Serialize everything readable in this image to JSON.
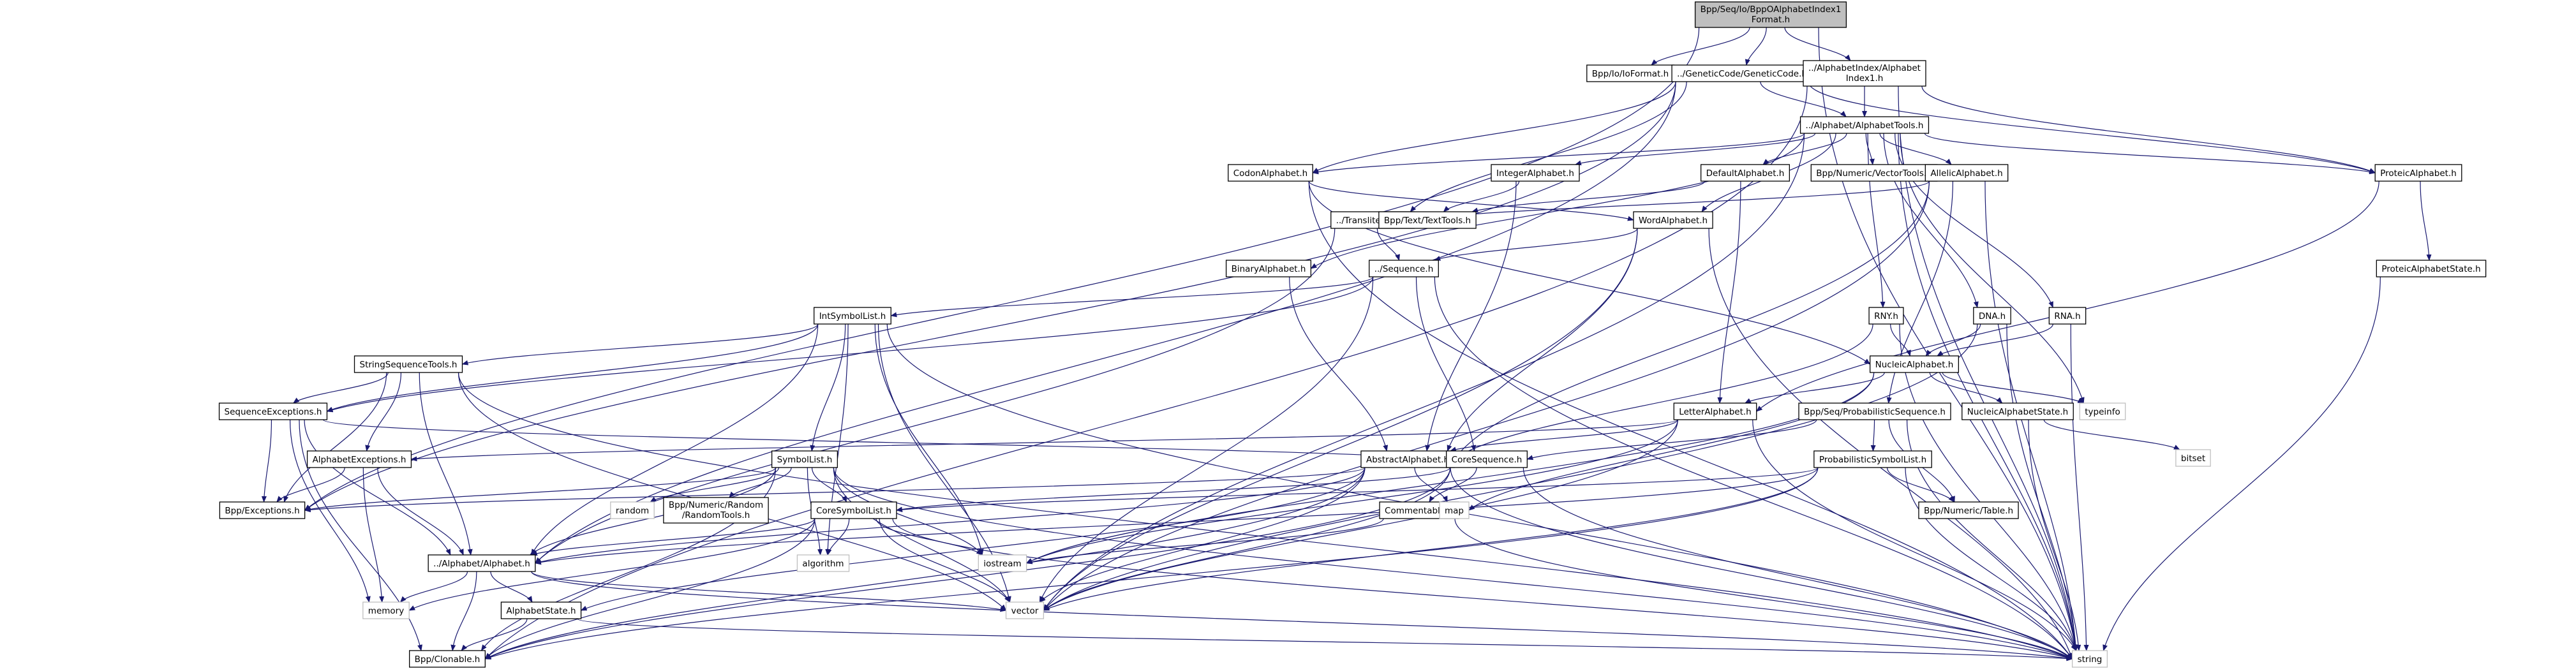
{
  "diagram": {
    "type": "include-dependency-graph",
    "colors": {
      "edge": "#191970",
      "root_fill": "#bfbfbf",
      "node_border": "#000000",
      "system_border": "#bfbfbf"
    },
    "nodes": [
      {
        "id": "root",
        "label": "Bpp/Seq/Io/BppOAlphabetIndex1\nFormat.h",
        "kind": "root"
      },
      {
        "id": "ioformat",
        "label": "Bpp/Io/IoFormat.h",
        "kind": "file"
      },
      {
        "id": "geneticcode",
        "label": "../GeneticCode/GeneticCode.h",
        "kind": "file"
      },
      {
        "id": "alphabetindex1",
        "label": "../AlphabetIndex/Alphabet\nIndex1.h",
        "kind": "file"
      },
      {
        "id": "alphabettools",
        "label": "../Alphabet/AlphabetTools.h",
        "kind": "file"
      },
      {
        "id": "codonalphabet",
        "label": "CodonAlphabet.h",
        "kind": "file"
      },
      {
        "id": "integeralphabet",
        "label": "IntegerAlphabet.h",
        "kind": "file"
      },
      {
        "id": "defaultalphabet",
        "label": "DefaultAlphabet.h",
        "kind": "file"
      },
      {
        "id": "vectortools",
        "label": "Bpp/Numeric/VectorTools.h",
        "kind": "file"
      },
      {
        "id": "allelicalphabet",
        "label": "AllelicAlphabet.h",
        "kind": "file"
      },
      {
        "id": "proteicalphabet",
        "label": "ProteicAlphabet.h",
        "kind": "file"
      },
      {
        "id": "transliterator",
        "label": "../Transliterator.h",
        "kind": "file"
      },
      {
        "id": "texttools",
        "label": "Bpp/Text/TextTools.h",
        "kind": "file"
      },
      {
        "id": "wordalphabet",
        "label": "WordAlphabet.h",
        "kind": "file"
      },
      {
        "id": "binaryalphabet",
        "label": "BinaryAlphabet.h",
        "kind": "file"
      },
      {
        "id": "sequence",
        "label": "../Sequence.h",
        "kind": "file"
      },
      {
        "id": "proteicalphabetstate",
        "label": "ProteicAlphabetState.h",
        "kind": "file"
      },
      {
        "id": "intsymbollist",
        "label": "IntSymbolList.h",
        "kind": "file"
      },
      {
        "id": "rny",
        "label": "RNY.h",
        "kind": "file"
      },
      {
        "id": "dna",
        "label": "DNA.h",
        "kind": "file"
      },
      {
        "id": "rna",
        "label": "RNA.h",
        "kind": "file"
      },
      {
        "id": "stringsequencetools",
        "label": "StringSequenceTools.h",
        "kind": "file"
      },
      {
        "id": "nucleicalphabet",
        "label": "NucleicAlphabet.h",
        "kind": "file"
      },
      {
        "id": "sequenceexceptions",
        "label": "SequenceExceptions.h",
        "kind": "file"
      },
      {
        "id": "letteralphabet",
        "label": "LetterAlphabet.h",
        "kind": "file"
      },
      {
        "id": "probabilisticsequence",
        "label": "Bpp/Seq/ProbabilisticSequence.h",
        "kind": "file"
      },
      {
        "id": "nucleicalphabetstate",
        "label": "NucleicAlphabetState.h",
        "kind": "file"
      },
      {
        "id": "typeinfo",
        "label": "typeinfo",
        "kind": "system"
      },
      {
        "id": "alphabetexceptions",
        "label": "AlphabetExceptions.h",
        "kind": "file"
      },
      {
        "id": "symbollist",
        "label": "SymbolList.h",
        "kind": "file"
      },
      {
        "id": "abstractalphabet",
        "label": "AbstractAlphabet.h",
        "kind": "file"
      },
      {
        "id": "coresequence",
        "label": "CoreSequence.h",
        "kind": "file"
      },
      {
        "id": "probabilisticsymbollist",
        "label": "ProbabilisticSymbolList.h",
        "kind": "file"
      },
      {
        "id": "bitset",
        "label": "bitset",
        "kind": "system"
      },
      {
        "id": "exceptions",
        "label": "Bpp/Exceptions.h",
        "kind": "file"
      },
      {
        "id": "random",
        "label": "random",
        "kind": "system"
      },
      {
        "id": "randomtools",
        "label": "Bpp/Numeric/Random\n/RandomTools.h",
        "kind": "file"
      },
      {
        "id": "coresymbollist",
        "label": "CoreSymbolList.h",
        "kind": "file"
      },
      {
        "id": "commentable",
        "label": "Commentable.h",
        "kind": "file"
      },
      {
        "id": "map",
        "label": "map",
        "kind": "system"
      },
      {
        "id": "table",
        "label": "Bpp/Numeric/Table.h",
        "kind": "file"
      },
      {
        "id": "algorithm",
        "label": "algorithm",
        "kind": "system"
      },
      {
        "id": "iostream",
        "label": "iostream",
        "kind": "system"
      },
      {
        "id": "alphabet",
        "label": "../Alphabet/Alphabet.h",
        "kind": "file"
      },
      {
        "id": "memory",
        "label": "memory",
        "kind": "system"
      },
      {
        "id": "alphabetstate",
        "label": "AlphabetState.h",
        "kind": "file"
      },
      {
        "id": "vector",
        "label": "vector",
        "kind": "system"
      },
      {
        "id": "clonable",
        "label": "Bpp/Clonable.h",
        "kind": "file"
      },
      {
        "id": "string",
        "label": "string",
        "kind": "system"
      }
    ],
    "edges": [
      [
        "root",
        "ioformat"
      ],
      [
        "root",
        "geneticcode"
      ],
      [
        "root",
        "alphabetindex1"
      ],
      [
        "root",
        "exceptions"
      ],
      [
        "root",
        "string"
      ],
      [
        "geneticcode",
        "alphabettools"
      ],
      [
        "geneticcode",
        "codonalphabet"
      ],
      [
        "geneticcode",
        "proteicalphabet"
      ],
      [
        "geneticcode",
        "transliterator"
      ],
      [
        "geneticcode",
        "alphabet"
      ],
      [
        "geneticcode",
        "exceptions"
      ],
      [
        "alphabetindex1",
        "alphabettools"
      ],
      [
        "alphabetindex1",
        "proteicalphabet"
      ],
      [
        "alphabetindex1",
        "clonable"
      ],
      [
        "alphabetindex1",
        "string"
      ],
      [
        "alphabettools",
        "codonalphabet"
      ],
      [
        "alphabettools",
        "integeralphabet"
      ],
      [
        "alphabettools",
        "defaultalphabet"
      ],
      [
        "alphabettools",
        "vectortools"
      ],
      [
        "alphabettools",
        "allelicalphabet"
      ],
      [
        "alphabettools",
        "proteicalphabet"
      ],
      [
        "alphabettools",
        "binaryalphabet"
      ],
      [
        "alphabettools",
        "wordalphabet"
      ],
      [
        "alphabettools",
        "rny"
      ],
      [
        "alphabettools",
        "dna"
      ],
      [
        "alphabettools",
        "rna"
      ],
      [
        "alphabettools",
        "typeinfo"
      ],
      [
        "alphabettools",
        "vector"
      ],
      [
        "alphabettools",
        "string"
      ],
      [
        "codonalphabet",
        "wordalphabet"
      ],
      [
        "codonalphabet",
        "nucleicalphabet"
      ],
      [
        "codonalphabet",
        "string"
      ],
      [
        "integeralphabet",
        "texttools"
      ],
      [
        "integeralphabet",
        "abstractalphabet"
      ],
      [
        "defaultalphabet",
        "texttools"
      ],
      [
        "defaultalphabet",
        "letteralphabet"
      ],
      [
        "allelicalphabet",
        "transliterator"
      ],
      [
        "allelicalphabet",
        "abstractalphabet"
      ],
      [
        "allelicalphabet",
        "probabilisticsequence"
      ],
      [
        "allelicalphabet",
        "vector"
      ],
      [
        "allelicalphabet",
        "string"
      ],
      [
        "proteicalphabet",
        "proteicalphabetstate"
      ],
      [
        "proteicalphabet",
        "letteralphabet"
      ],
      [
        "transliterator",
        "sequence"
      ],
      [
        "transliterator",
        "alphabet"
      ],
      [
        "wordalphabet",
        "sequence"
      ],
      [
        "wordalphabet",
        "abstractalphabet"
      ],
      [
        "wordalphabet",
        "vector"
      ],
      [
        "wordalphabet",
        "string"
      ],
      [
        "binaryalphabet",
        "abstractalphabet"
      ],
      [
        "sequence",
        "intsymbollist"
      ],
      [
        "sequence",
        "coresequence"
      ],
      [
        "sequence",
        "sequenceexceptions"
      ],
      [
        "sequence",
        "vector"
      ],
      [
        "sequence",
        "string"
      ],
      [
        "proteicalphabetstate",
        "string"
      ],
      [
        "intsymbollist",
        "stringsequencetools"
      ],
      [
        "intsymbollist",
        "symbollist"
      ],
      [
        "intsymbollist",
        "sequenceexceptions"
      ],
      [
        "intsymbollist",
        "algorithm"
      ],
      [
        "intsymbollist",
        "iostream"
      ],
      [
        "intsymbollist",
        "vector"
      ],
      [
        "intsymbollist",
        "string"
      ],
      [
        "intsymbollist",
        "alphabet"
      ],
      [
        "rny",
        "nucleicalphabet"
      ],
      [
        "rny",
        "abstractalphabet"
      ],
      [
        "rny",
        "string"
      ],
      [
        "dna",
        "nucleicalphabet"
      ],
      [
        "dna",
        "vector"
      ],
      [
        "dna",
        "string"
      ],
      [
        "rna",
        "nucleicalphabet"
      ],
      [
        "rna",
        "string"
      ],
      [
        "stringsequencetools",
        "sequenceexceptions"
      ],
      [
        "stringsequencetools",
        "alphabetexceptions"
      ],
      [
        "stringsequencetools",
        "exceptions"
      ],
      [
        "stringsequencetools",
        "alphabet"
      ],
      [
        "stringsequencetools",
        "vector"
      ],
      [
        "stringsequencetools",
        "string"
      ],
      [
        "nucleicalphabet",
        "letteralphabet"
      ],
      [
        "nucleicalphabet",
        "nucleicalphabetstate"
      ],
      [
        "nucleicalphabet",
        "typeinfo"
      ],
      [
        "nucleicalphabet",
        "map"
      ],
      [
        "nucleicalphabet",
        "iostream"
      ],
      [
        "sequenceexceptions",
        "exceptions"
      ],
      [
        "sequenceexceptions",
        "alphabet"
      ],
      [
        "sequenceexceptions",
        "coresequence"
      ],
      [
        "sequenceexceptions",
        "memory"
      ],
      [
        "sequenceexceptions",
        "clonable"
      ],
      [
        "letteralphabet",
        "abstractalphabet"
      ],
      [
        "letteralphabet",
        "alphabetexceptions"
      ],
      [
        "letteralphabet",
        "vector"
      ],
      [
        "letteralphabet",
        "iostream"
      ],
      [
        "letteralphabet",
        "string"
      ],
      [
        "probabilisticsequence",
        "probabilisticsymbollist"
      ],
      [
        "probabilisticsequence",
        "coresequence"
      ],
      [
        "probabilisticsequence",
        "table"
      ],
      [
        "probabilisticsequence",
        "string"
      ],
      [
        "nucleicalphabetstate",
        "bitset"
      ],
      [
        "nucleicalphabetstate",
        "string"
      ],
      [
        "alphabetexceptions",
        "exceptions"
      ],
      [
        "alphabetexceptions",
        "alphabet"
      ],
      [
        "alphabetexceptions",
        "memory"
      ],
      [
        "symbollist",
        "coresymbollist"
      ],
      [
        "symbollist",
        "randomtools"
      ],
      [
        "symbollist",
        "random"
      ],
      [
        "symbollist",
        "algorithm"
      ],
      [
        "symbollist",
        "exceptions"
      ],
      [
        "symbollist",
        "alphabet"
      ],
      [
        "symbollist",
        "vector"
      ],
      [
        "symbollist",
        "iostream"
      ],
      [
        "symbollist",
        "string"
      ],
      [
        "symbollist",
        "clonable"
      ],
      [
        "abstractalphabet",
        "alphabet"
      ],
      [
        "abstractalphabet",
        "alphabetstate"
      ],
      [
        "abstractalphabet",
        "map"
      ],
      [
        "abstractalphabet",
        "vector"
      ],
      [
        "abstractalphabet",
        "exceptions"
      ],
      [
        "abstractalphabet",
        "string"
      ],
      [
        "abstractalphabet",
        "clonable"
      ],
      [
        "coresequence",
        "commentable"
      ],
      [
        "coresequence",
        "coresymbollist"
      ],
      [
        "coresequence",
        "vector"
      ],
      [
        "coresequence",
        "string"
      ],
      [
        "coresequence",
        "clonable"
      ],
      [
        "probabilisticsymbollist",
        "coresymbollist"
      ],
      [
        "probabilisticsymbollist",
        "table"
      ],
      [
        "probabilisticsymbollist",
        "vector"
      ],
      [
        "probabilisticsymbollist",
        "string"
      ],
      [
        "probabilisticsymbollist",
        "clonable"
      ],
      [
        "probabilisticsymbollist",
        "alphabet"
      ],
      [
        "coresymbollist",
        "alphabet"
      ],
      [
        "coresymbollist",
        "algorithm"
      ],
      [
        "coresymbollist",
        "iostream"
      ],
      [
        "coresymbollist",
        "vector"
      ],
      [
        "coresymbollist",
        "string"
      ],
      [
        "coresymbollist",
        "clonable"
      ],
      [
        "coresymbollist",
        "memory"
      ],
      [
        "commentable",
        "iostream"
      ],
      [
        "commentable",
        "string"
      ],
      [
        "alphabet",
        "memory"
      ],
      [
        "alphabet",
        "alphabetstate"
      ],
      [
        "alphabet",
        "vector"
      ],
      [
        "alphabet",
        "string"
      ],
      [
        "alphabet",
        "clonable"
      ],
      [
        "alphabetstate",
        "clonable"
      ],
      [
        "alphabetstate",
        "string"
      ]
    ]
  }
}
